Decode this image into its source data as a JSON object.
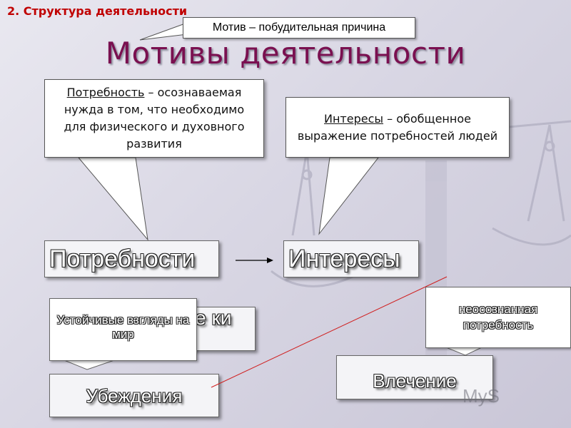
{
  "section_heading": "2. Структура   деятельности",
  "title": "Мотивы деятельности",
  "motive_note": "Мотив – побудительная причина",
  "callout_need": {
    "term": "Потребность",
    "rest": " – осознаваемая нужда в том, что необходимо для физического и духовного развития"
  },
  "callout_interest": {
    "term": "Интересы",
    "rest": " – обобщенное выражение потребностей людей"
  },
  "boxes": {
    "needs": "Потребности",
    "interests": "Интересы",
    "hidden_partial": "ые ки",
    "beliefs": "Убеждения",
    "drive": "Влечение"
  },
  "callout_beliefs": "Устойчивые взгляды на мир",
  "callout_drive": "неосознанная потребность",
  "watermark": "MyS",
  "colors": {
    "title": "#7a1050",
    "section": "#c00000",
    "red_line": "#d02020"
  }
}
